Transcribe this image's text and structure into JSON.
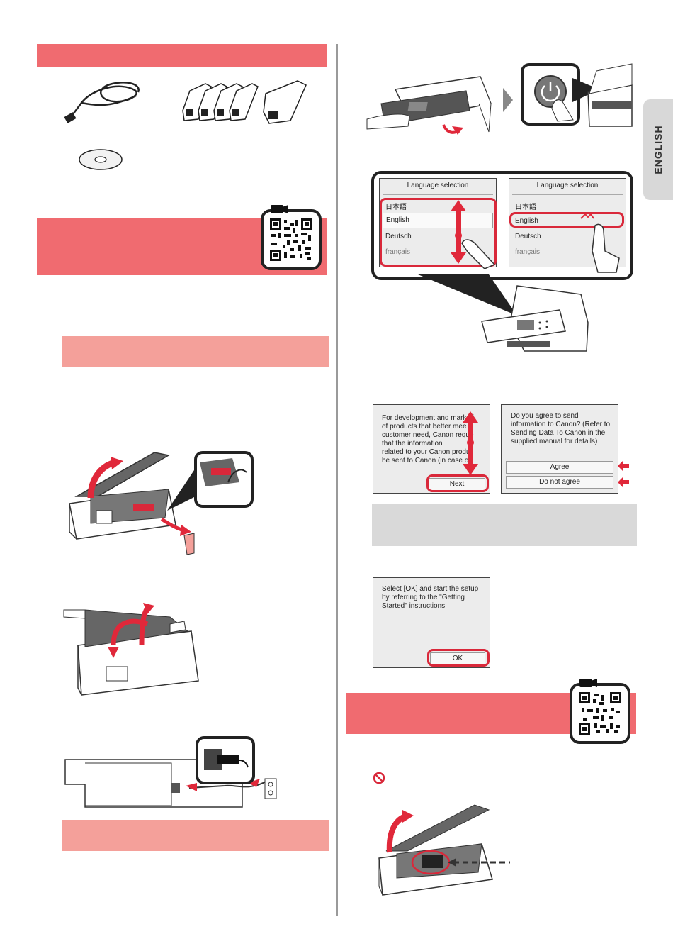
{
  "side_tab": {
    "label": "ENGLISH"
  },
  "lang_screens": {
    "title": "Language selection",
    "left_items": [
      "日本語",
      "English",
      "Deutsch",
      "français"
    ],
    "right_items": [
      "日本語",
      "English",
      "Deutsch",
      "français"
    ]
  },
  "agree_screen": {
    "left_text": "For development and marketi\nof products that better mee\ncustomer need, Canon reque\nthat the information\nrelated to your Canon produ\nbe sent to Canon (in case of",
    "next_label": "Next",
    "right_text": "Do you agree to send\ninformation to Canon? (Refer to\nSending Data To Canon in the\nsupplied manual for details)",
    "agree_label": "Agree",
    "disagree_label": "Do not agree"
  },
  "ok_screen": {
    "text": "Select [OK] and start the setup\nby referring to the \"Getting\nStarted\" instructions.",
    "ok_label": "OK"
  },
  "colors": {
    "band": "#f06b70",
    "band_light": "#f4a09a",
    "accent_red": "#d9283a"
  }
}
